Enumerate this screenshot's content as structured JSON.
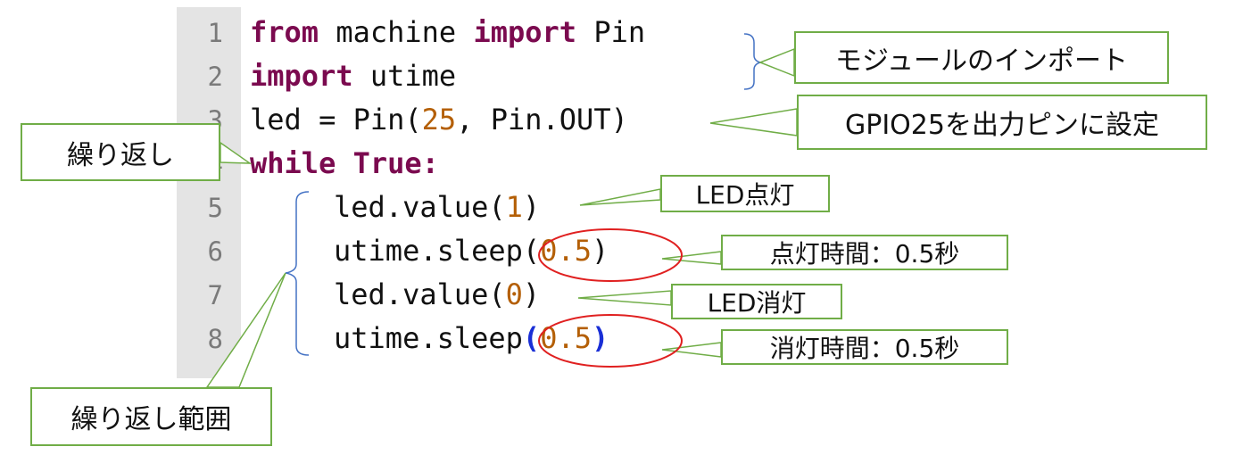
{
  "code": {
    "lines": [
      {
        "num": "1"
      },
      {
        "num": "2"
      },
      {
        "num": "3"
      },
      {
        "num": "4"
      },
      {
        "num": "5"
      },
      {
        "num": "6"
      },
      {
        "num": "7"
      },
      {
        "num": "8"
      }
    ],
    "tokens": {
      "l1_from": "from",
      "l1_machine": " machine ",
      "l1_import": "import",
      "l1_pin": " Pin",
      "l2_import": "import",
      "l2_utime": " utime",
      "l3_a": "led = Pin(",
      "l3_num": "25",
      "l3_b": ", Pin.OUT)",
      "l4_while": "while",
      "l4_sp": " ",
      "l4_true": "True",
      "l4_colon": ":",
      "l5_a": "led.value(",
      "l5_num": "1",
      "l5_b": ")",
      "l6_a": "utime.sleep(",
      "l6_num": "0.5",
      "l6_b": ")",
      "l7_a": "led.value(",
      "l7_num": "0",
      "l7_b": ")",
      "l8_a": "utime.slee",
      "l8_p": "p",
      "l8_lp": "(",
      "l8_num": "0.5",
      "l8_rp": ")"
    }
  },
  "callouts": {
    "module_import": "モジュールのインポート",
    "gpio_setup": "GPIO25を出力ピンに設定",
    "repeat": "繰り返し",
    "led_on": "LED点灯",
    "on_time": "点灯時間：0.5秒",
    "led_off": "LED消灯",
    "off_time": "消灯時間：0.5秒",
    "repeat_range": "繰り返し範囲"
  },
  "colors": {
    "callout_border": "#70ad47",
    "bracket": "#4472c4",
    "highlight_ring": "#e02020"
  }
}
